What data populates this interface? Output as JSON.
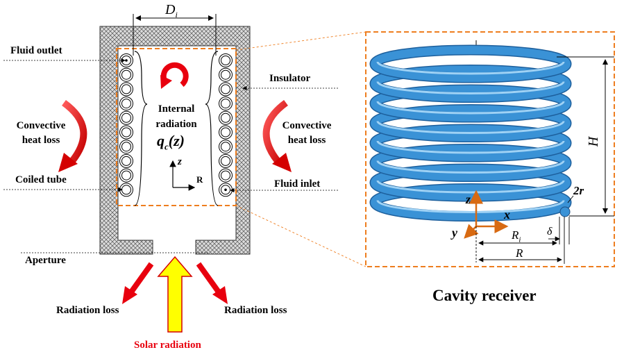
{
  "left": {
    "labels": {
      "fluid_outlet": "Fluid outlet",
      "insulator": "Insulator",
      "convective_left_1": "Convective",
      "convective_left_2": "heat loss",
      "convective_right_1": "Convective",
      "convective_right_2": "heat loss",
      "coiled_tube": "Coiled tube",
      "fluid_inlet": "Fluid inlet",
      "aperture": "Aperture",
      "radiation_loss_left": "Radiation loss",
      "radiation_loss_right": "Radiation loss",
      "solar_radiation": "Solar radiation",
      "internal_1": "Internal",
      "internal_2": "radiation"
    },
    "symbols": {
      "inner_diameter": "D",
      "inner_diameter_sub": "i",
      "flux_main": "q",
      "flux_sub": "c",
      "flux_arg": "(z)",
      "axis_z": "z",
      "axis_r": "R"
    }
  },
  "right": {
    "title": "Cavity receiver",
    "symbols": {
      "height": "H",
      "tube_dia": "2r",
      "axis_z": "z",
      "axis_x": "x",
      "axis_y": "y",
      "inner_radius": "R",
      "inner_radius_sub": "i",
      "gap": "δ",
      "radius": "R"
    }
  },
  "colors": {
    "tube_blue": "#3a92d6",
    "tube_highlight": "#8fc8f2",
    "accent_orange": "#ee7d1e",
    "arrow_red": "#e8000e",
    "solar_yellow": "#ffff00",
    "insulator_gray": "#c8c8c8"
  }
}
